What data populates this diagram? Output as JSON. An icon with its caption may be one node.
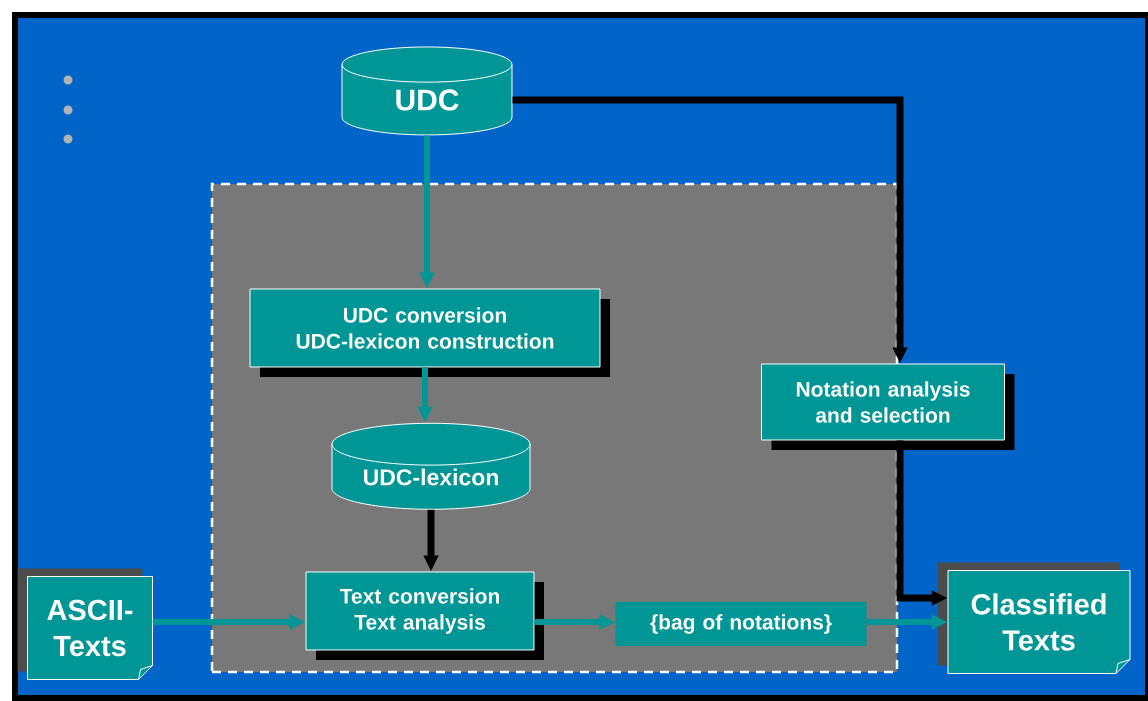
{
  "diagram": {
    "nodes": [
      {
        "text": [
          "UDC"
        ]
      },
      {
        "text": [],
        "shape": "box"
      },
      {
        "text": [
          "UDC conversion",
          "UDC-lexicon construction"
        ],
        "in": 1
      },
      {
        "text": [
          "Notation analysis and selection"
        ]
      },
      {
        "text": [
          "UDC-lexicon"
        ],
        "in": 1
      },
      {
        "text": [
          "ASCII-Texts"
        ]
      },
      {
        "text": [
          "Text conversion",
          "Text analysis"
        ],
        "in": 1
      },
      {
        "text": [
          "{bag of notations}"
        ],
        "in": 1
      },
      {
        "text": [
          "Classified Texts"
        ]
      }
    ],
    "edges": [
      {
        "from": 0,
        "to": 2,
        "arrow": "to"
      },
      {
        "from": 0,
        "to": 3,
        "arrow": "to",
        "color": "#000000"
      },
      {
        "from": 2,
        "to": 4,
        "arrow": "to"
      },
      {
        "from": 4,
        "to": 6,
        "arrow": "to",
        "color": "#000000"
      },
      {
        "from": 5,
        "to": 6,
        "arrow": "to"
      },
      {
        "from": 6,
        "to": 7,
        "arrow": "to"
      },
      {
        "from": 3,
        "to": 8,
        "arrow": "to",
        "color": "#000000"
      },
      {
        "from": 7,
        "to": 8,
        "arrow": "to"
      }
    ]
  }
}
